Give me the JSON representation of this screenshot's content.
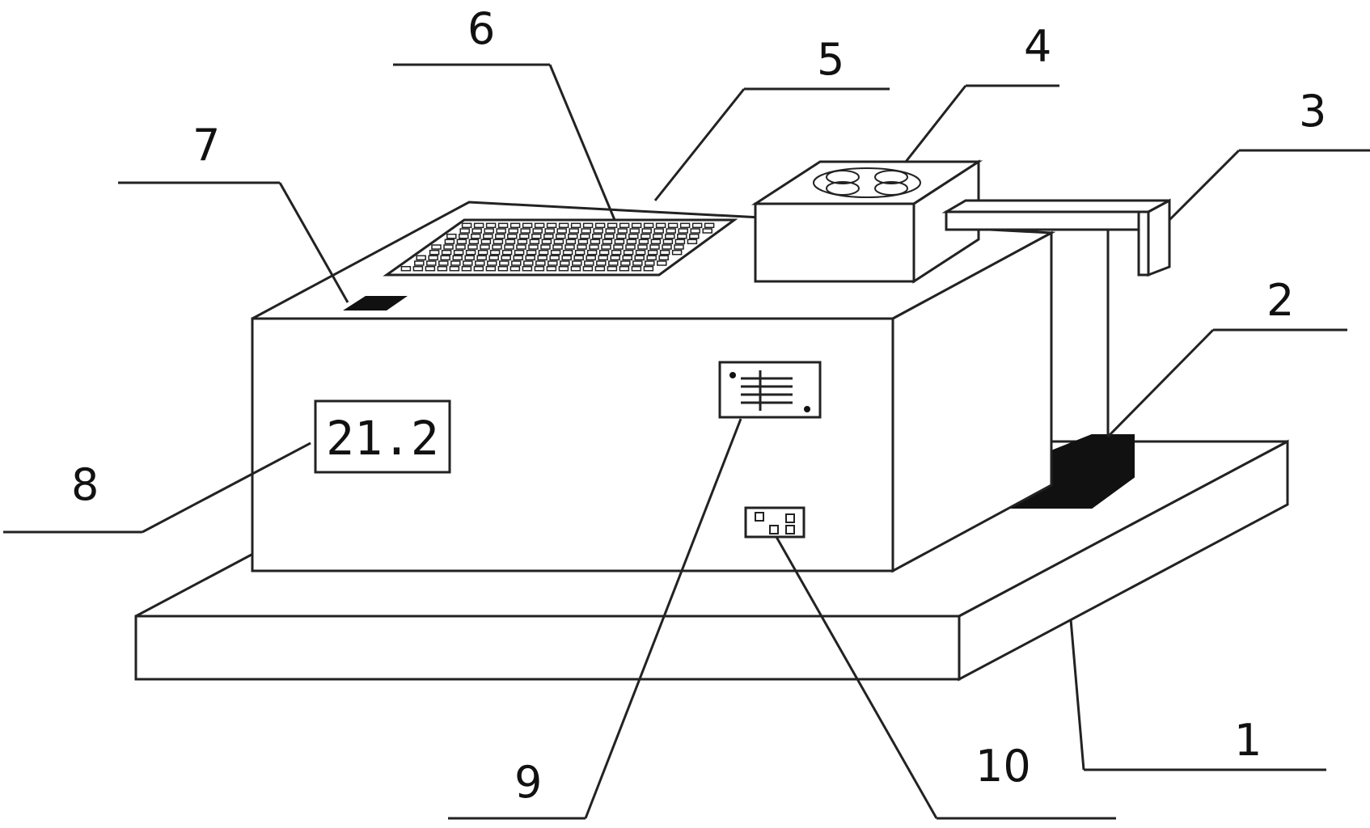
{
  "callouts": [
    {
      "id": "1",
      "text": "1"
    },
    {
      "id": "2",
      "text": "2"
    },
    {
      "id": "3",
      "text": "3"
    },
    {
      "id": "4",
      "text": "4"
    },
    {
      "id": "5",
      "text": "5"
    },
    {
      "id": "6",
      "text": "6"
    },
    {
      "id": "7",
      "text": "7"
    },
    {
      "id": "8",
      "text": "8"
    },
    {
      "id": "9",
      "text": "9"
    },
    {
      "id": "10",
      "text": "10"
    }
  ],
  "display": {
    "reading": "21.2"
  },
  "colors": {
    "line": "#222222",
    "fill": "#ffffff",
    "dark": "#111111"
  },
  "icons": {
    "fan": "fan-icon",
    "control_panel": "control-panel-icon",
    "socket": "socket-icon"
  }
}
